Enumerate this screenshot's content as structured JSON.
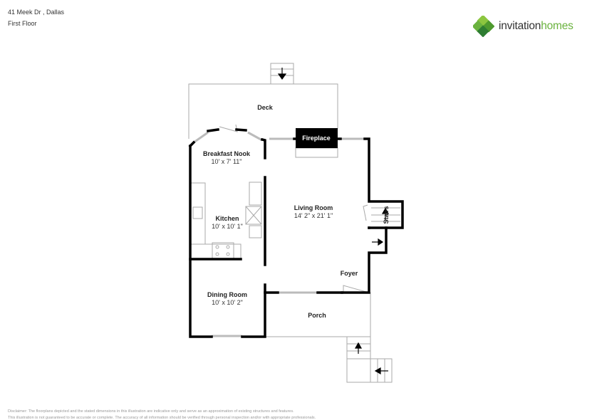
{
  "header": {
    "address": "41 Meek Dr , Dallas",
    "floor": "First Floor"
  },
  "brand": {
    "name_part1": "invitation",
    "name_part2": "homes",
    "color": "#6ab23e"
  },
  "rooms": {
    "deck": {
      "name": "Deck"
    },
    "fireplace": {
      "name": "Fireplace"
    },
    "breakfast_nook": {
      "name": "Breakfast Nook",
      "dims": "10' x 7' 11\""
    },
    "kitchen": {
      "name": "Kitchen",
      "dims": "10' x 10' 1\""
    },
    "living_room": {
      "name": "Living Room",
      "dims": "14' 2\" x 21' 1\""
    },
    "stairs": {
      "name": "Stairs"
    },
    "foyer": {
      "name": "Foyer"
    },
    "dining_room": {
      "name": "Dining Room",
      "dims": "10' x 10' 2\""
    },
    "porch": {
      "name": "Porch"
    }
  },
  "disclaimer": {
    "line1": "Disclaimer: The floorplans depicted and the stated dimensions in this illustration are indicative only and serve as an approximation of existing structures and features.",
    "line2": "This illustration is not guaranteed to be accurate or complete. The accuracy of all information should be verified through personal inspection and/or with appropriate professionals."
  }
}
